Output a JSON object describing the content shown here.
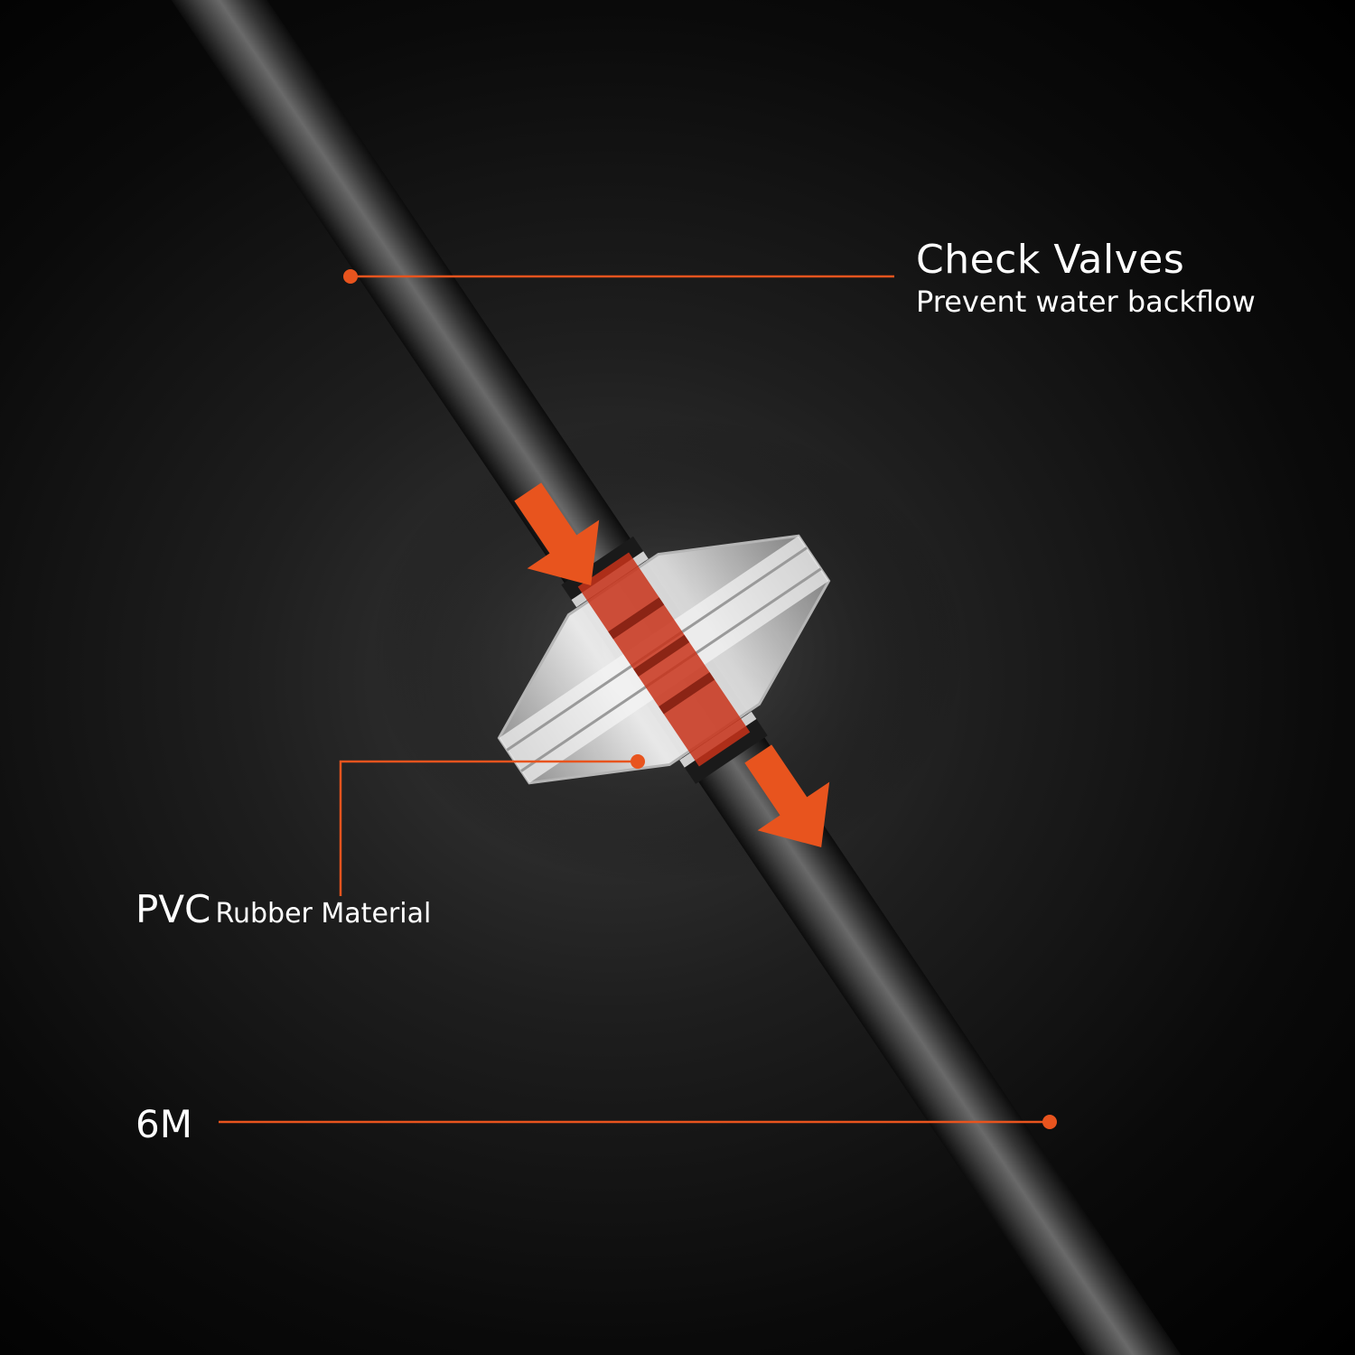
{
  "callouts": {
    "check_valves": {
      "title": "Check Valves",
      "subtitle": "Prevent water backflow"
    },
    "material": {
      "main": "PVC",
      "rest": "Rubber Material"
    },
    "length": {
      "label": "6M"
    }
  },
  "colors": {
    "accent": "#e8541e",
    "background": "#000000",
    "text": "#ffffff",
    "tube": "#2b2b2b"
  }
}
